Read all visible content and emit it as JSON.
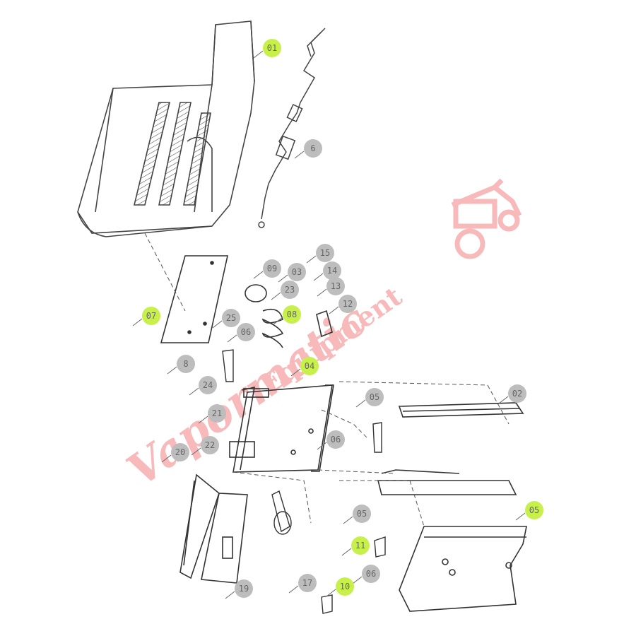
{
  "diagram": {
    "callouts": [
      {
        "id": "c01",
        "label": "01",
        "highlight": true
      },
      {
        "id": "c02",
        "label": "02",
        "highlight": false
      },
      {
        "id": "c03",
        "label": "03",
        "highlight": false
      },
      {
        "id": "c04",
        "label": "04",
        "highlight": true
      },
      {
        "id": "c05a",
        "label": "05",
        "highlight": false
      },
      {
        "id": "c05b",
        "label": "05",
        "highlight": false
      },
      {
        "id": "c05c",
        "label": "05",
        "highlight": true
      },
      {
        "id": "c06a",
        "label": "6",
        "highlight": false
      },
      {
        "id": "c06b",
        "label": "06",
        "highlight": false
      },
      {
        "id": "c06c",
        "label": "06",
        "highlight": false
      },
      {
        "id": "c06d",
        "label": "06",
        "highlight": false
      },
      {
        "id": "c07",
        "label": "07",
        "highlight": true
      },
      {
        "id": "c08",
        "label": "08",
        "highlight": true
      },
      {
        "id": "c08b",
        "label": "8",
        "highlight": false
      },
      {
        "id": "c09",
        "label": "09",
        "highlight": false
      },
      {
        "id": "c10",
        "label": "10",
        "highlight": true
      },
      {
        "id": "c11",
        "label": "11",
        "highlight": true
      },
      {
        "id": "c12",
        "label": "12",
        "highlight": false
      },
      {
        "id": "c13",
        "label": "13",
        "highlight": false
      },
      {
        "id": "c14",
        "label": "14",
        "highlight": false
      },
      {
        "id": "c15",
        "label": "15",
        "highlight": false
      },
      {
        "id": "c17",
        "label": "17",
        "highlight": false
      },
      {
        "id": "c19",
        "label": "19",
        "highlight": false
      },
      {
        "id": "c20",
        "label": "20",
        "highlight": false
      },
      {
        "id": "c21",
        "label": "21",
        "highlight": false
      },
      {
        "id": "c22",
        "label": "22",
        "highlight": false
      },
      {
        "id": "c23",
        "label": "23",
        "highlight": false
      },
      {
        "id": "c24",
        "label": "24",
        "highlight": false
      },
      {
        "id": "c25",
        "label": "25",
        "highlight": false
      }
    ],
    "watermark": {
      "text": "Vapormatic Equipment"
    },
    "colors": {
      "highlight": "#c8f04a",
      "callout": "#bdbdbd",
      "line": "#444444",
      "watermark": "#f08080"
    }
  }
}
